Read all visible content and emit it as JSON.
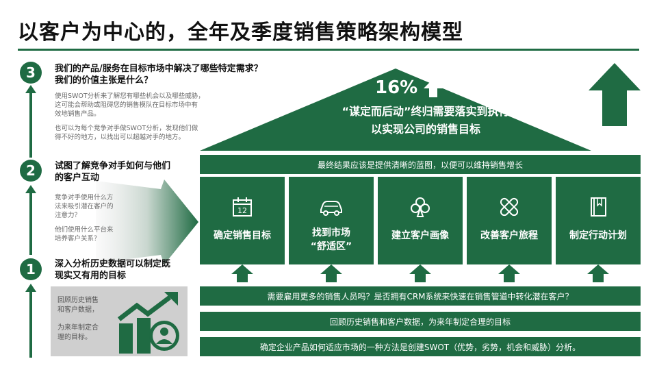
{
  "title": "以客户为中心的，全年及季度销售策略架构模型",
  "colors": {
    "primary": "#1f6b43",
    "gray": "#cfcfcf",
    "text": "#111111"
  },
  "roof": {
    "percent": "16%",
    "line1": "“谋定而后动”终归需要落实到执行",
    "line2": "以实现公司的销售目标"
  },
  "top_bar": "最终结果应该是提供清晰的蓝图，以便可以维持销售增长",
  "cards": [
    {
      "label": "确定销售目标",
      "icon": "calendar-icon"
    },
    {
      "label_line1": "找到市场",
      "label_line2": "“舒适区”",
      "icon": "car-icon"
    },
    {
      "label": "建立客户画像",
      "icon": "club-icon"
    },
    {
      "label": "改善客户旅程",
      "icon": "bandage-icon"
    },
    {
      "label": "制定行动计划",
      "icon": "book-icon"
    }
  ],
  "bottom_bars": [
    "需要雇用更多的销售人员吗？是否拥有CRM系统来快速在销售管道中转化潜在客户？",
    "回顾历史销售和客户数据，为来年制定合理的目标",
    "确定企业产品如何适应市场的一种方法是创建SWOT（优势，劣势，机会和威胁）分析。"
  ],
  "steps": {
    "s3": {
      "num": "3",
      "head1": "我们的产品/服务在目标市场中解决了哪些特定需求？",
      "head2": "我们的价值主张是什么？",
      "p1a": "使用SWOT分析来了解您有哪些机会以及哪些威胁，",
      "p1b": "这可能会帮助或阻碍您的销售模队在目标市场中有",
      "p1c": "效地销售产品。",
      "p2a": "也可以为每个竞争对手做SWOT分析，发现他们做",
      "p2b": "得不好的地方，以找出可以超越对手的地方。"
    },
    "s2": {
      "num": "2",
      "head1": "试图了解竞争对手如何与他们",
      "head2": "的客户互动",
      "p1a": "竞争对手使用什么方",
      "p1b": "法来吸引潜在客户的",
      "p1c": "注意力？",
      "p2a": "他们使用什么平台来",
      "p2b": "培养客户关系？"
    },
    "s1": {
      "num": "1",
      "head1": "深入分析历史数据可以制定既",
      "head2": "现实又有用的目标",
      "p1a": "回顾历史销售",
      "p1b": "和客户数据，",
      "p2a": "为来年制定合",
      "p2b": "理的目标。"
    }
  }
}
